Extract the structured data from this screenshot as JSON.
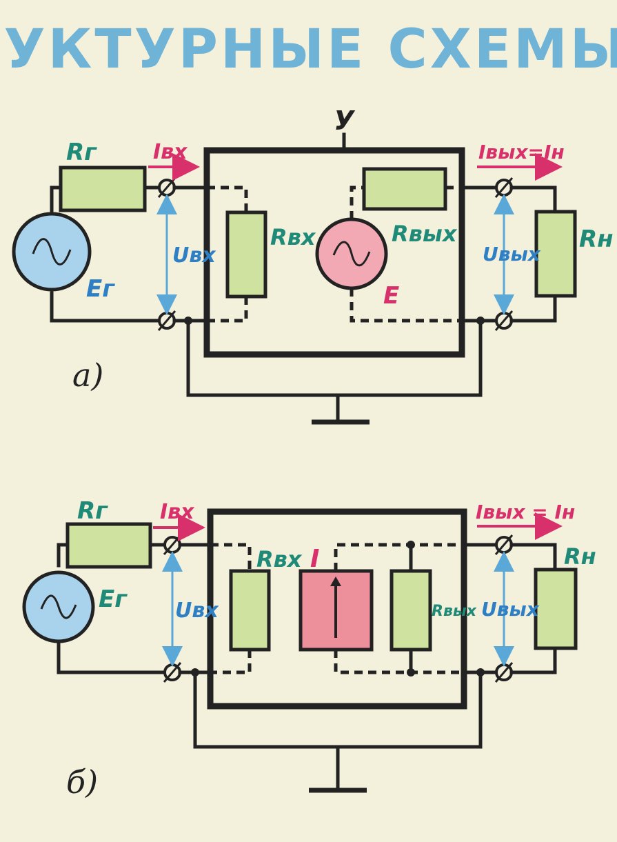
{
  "title": "СТРУКТУРНЫЕ СХЕМЫ ЭУ",
  "colors": {
    "wire": "#222222",
    "resistor_fill": "#cfe2a0",
    "generator_fill": "#a9d3ec",
    "source_fill": "#f2a9b4",
    "current_fill": "#ee8f9c",
    "label_magenta": "#d8306a",
    "label_teal": "#1f8a78",
    "label_blue": "#2f7fc4",
    "title_color": "#6fb3d6"
  },
  "diagram_a": {
    "tag": "а)",
    "amp_label": "У",
    "r_gen": "Rг",
    "e_gen": "Ег",
    "i_in": "Iвх",
    "u_in": "Uвх",
    "r_in": "Rвх",
    "r_out": "Rвых",
    "e_src": "E",
    "i_out": "Iвых=Iн",
    "u_out": "Uвых",
    "r_load": "Rн"
  },
  "diagram_b": {
    "tag": "б)",
    "r_gen": "Rг",
    "e_gen": "Ег",
    "i_in": "Iвх",
    "u_in": "Uвх",
    "r_in": "Rвх",
    "i_src": "I",
    "r_out": "Rвых",
    "i_out": "Iвых = Iн",
    "u_out": "Uвых",
    "r_load": "Rн"
  }
}
